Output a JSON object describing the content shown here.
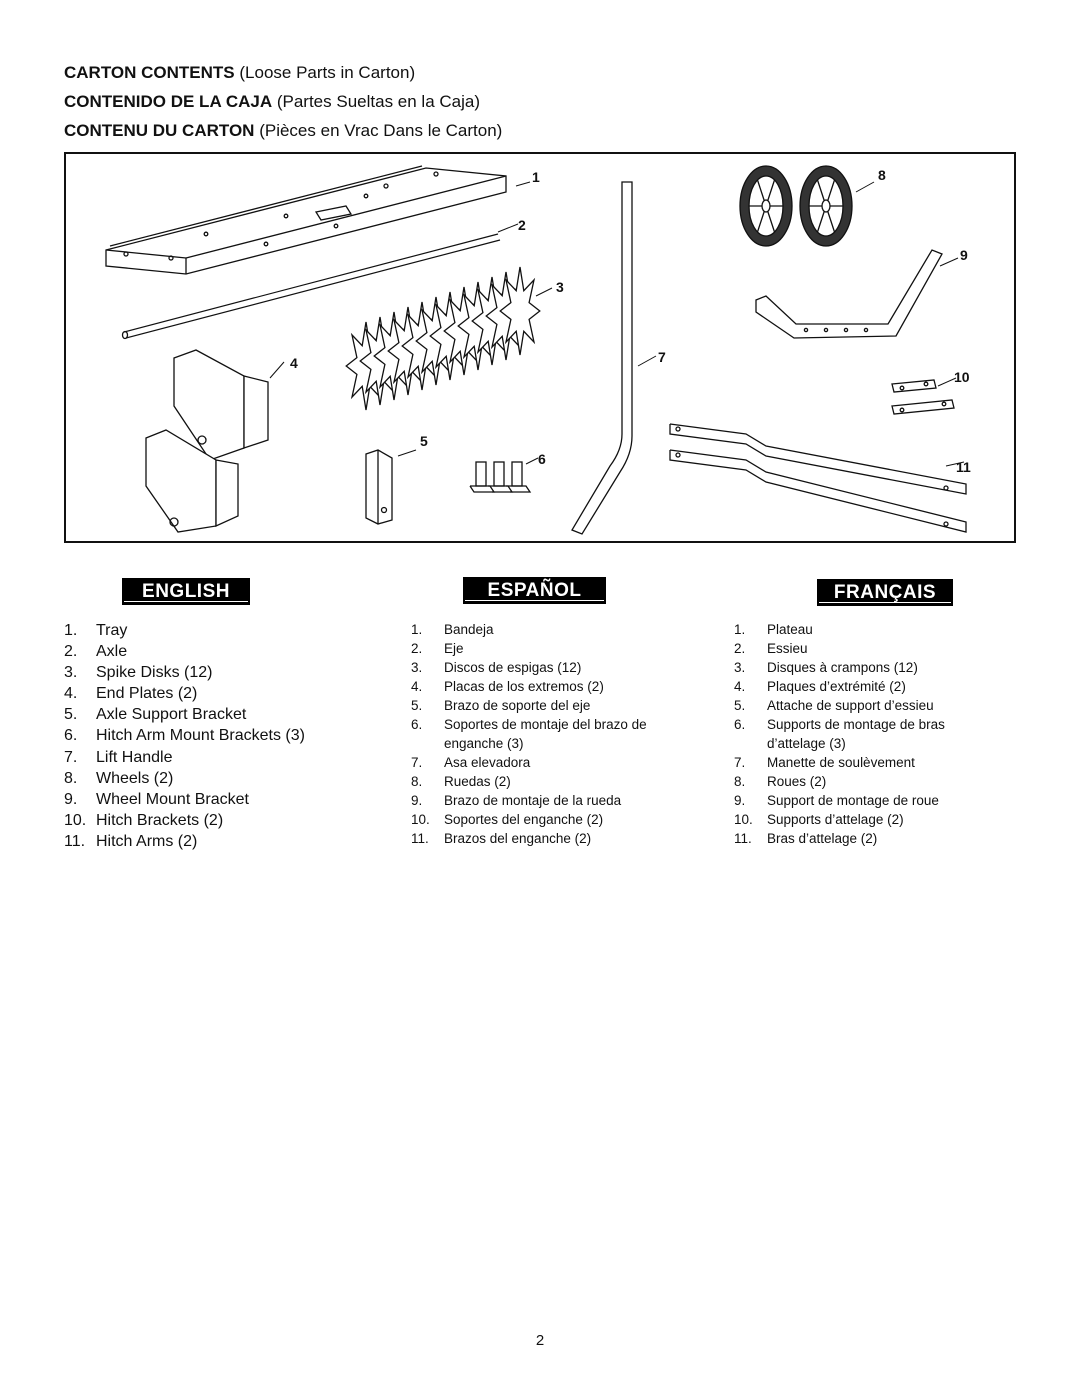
{
  "headers": [
    {
      "bold": "CARTON CONTENTS",
      "normal": "(Loose Parts in Carton)"
    },
    {
      "bold": "CONTENIDO DE LA CAJA",
      "normal": "(Partes Sueltas en la Caja)"
    },
    {
      "bold": "CONTENU DU CARTON",
      "normal": "(Pièces en Vrac Dans le Carton)"
    }
  ],
  "callouts": [
    "1",
    "2",
    "3",
    "4",
    "5",
    "6",
    "7",
    "8",
    "9",
    "10",
    "11"
  ],
  "languages": {
    "english": "ENGLISH",
    "spanish": "ESPAÑOL",
    "french": "FRANÇAIS"
  },
  "english": [
    {
      "num": "1.",
      "text": "Tray"
    },
    {
      "num": "2.",
      "text": "Axle"
    },
    {
      "num": "3.",
      "text": "Spike Disks (12)"
    },
    {
      "num": "4.",
      "text": "End Plates (2)"
    },
    {
      "num": "5.",
      "text": "Axle Support Bracket"
    },
    {
      "num": "6.",
      "text": "Hitch Arm Mount Brackets (3)"
    },
    {
      "num": "7.",
      "text": "Lift Handle"
    },
    {
      "num": "8.",
      "text": "Wheels (2)"
    },
    {
      "num": "9.",
      "text": "Wheel Mount Bracket"
    },
    {
      "num": "10.",
      "text": "Hitch Brackets (2)"
    },
    {
      "num": "11.",
      "text": "Hitch Arms (2)"
    }
  ],
  "spanish": [
    {
      "num": "1.",
      "text": "Bandeja"
    },
    {
      "num": "2.",
      "text": "Eje"
    },
    {
      "num": "3.",
      "text": "Discos de espigas (12)"
    },
    {
      "num": "4.",
      "text": "Placas de los extremos (2)"
    },
    {
      "num": "5.",
      "text": "Brazo de soporte del eje"
    },
    {
      "num": "6.",
      "text": "Soportes de montaje del brazo de enganche (3)"
    },
    {
      "num": "7.",
      "text": "Asa elevadora"
    },
    {
      "num": "8.",
      "text": "Ruedas (2)"
    },
    {
      "num": "9.",
      "text": "Brazo de montaje de la rueda"
    },
    {
      "num": "10.",
      "text": "Soportes del enganche (2)"
    },
    {
      "num": "11.",
      "text": "Brazos del enganche (2)"
    }
  ],
  "french": [
    {
      "num": "1.",
      "text": "Plateau"
    },
    {
      "num": "2.",
      "text": "Essieu"
    },
    {
      "num": "3.",
      "text": "Disques à crampons (12)"
    },
    {
      "num": "4.",
      "text": "Plaques d’extrémité (2)"
    },
    {
      "num": "5.",
      "text": "Attache de support d’essieu"
    },
    {
      "num": "6.",
      "text": "Supports de montage de bras d’attelage (3)"
    },
    {
      "num": "7.",
      "text": "Manette de soulèvement"
    },
    {
      "num": "8.",
      "text": "Roues (2)"
    },
    {
      "num": "9.",
      "text": "Support de montage de roue"
    },
    {
      "num": "10.",
      "text": "Supports d’attelage (2)"
    },
    {
      "num": "11.",
      "text": "Bras d’attelage (2)"
    }
  ],
  "page_number": "2"
}
